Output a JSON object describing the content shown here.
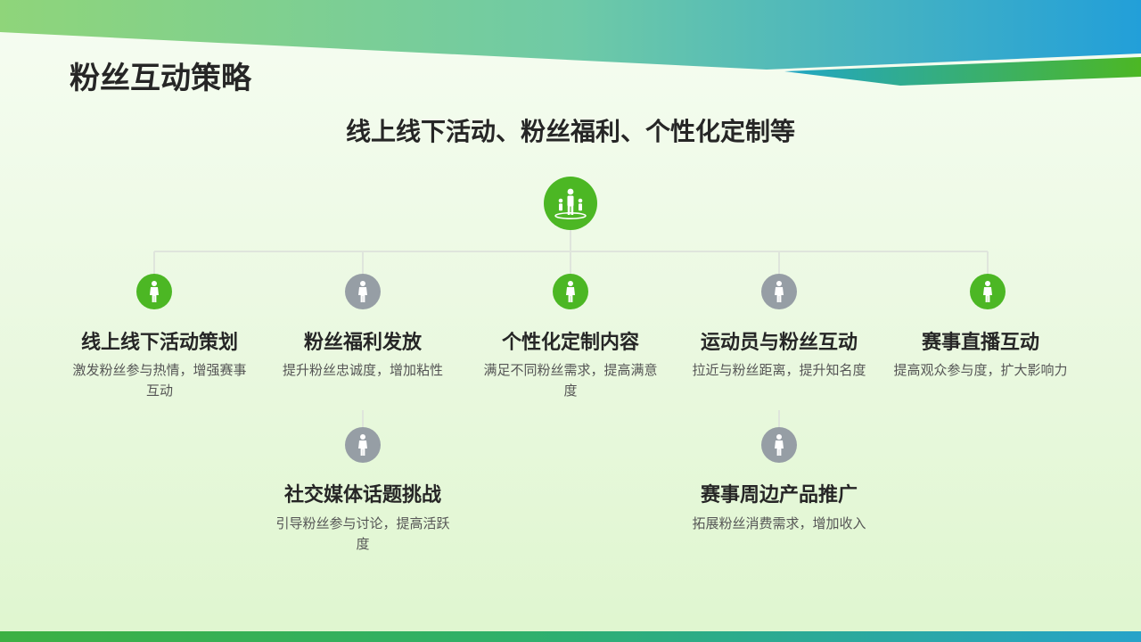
{
  "page": {
    "title": "粉丝互动策略",
    "subtitle": "线上线下活动、粉丝福利、个性化定制等"
  },
  "colors": {
    "accent_green": "#4cb724",
    "node_gray": "#969ea5",
    "banner_start": "#8fd57a",
    "banner_end": "#229fd9"
  },
  "root": {
    "icon": "people-group-icon"
  },
  "nodes": [
    {
      "title": "线上线下活动策划",
      "desc": "激发粉丝参与热情，增强赛事互动",
      "icon": "person-icon",
      "color": "green"
    },
    {
      "title": "粉丝福利发放",
      "desc": "提升粉丝忠诚度，增加粘性",
      "icon": "person-icon",
      "color": "gray"
    },
    {
      "title": "个性化定制内容",
      "desc": "满足不同粉丝需求，提高满意度",
      "icon": "person-icon",
      "color": "green"
    },
    {
      "title": "运动员与粉丝互动",
      "desc": "拉近与粉丝距离，提升知名度",
      "icon": "person-icon",
      "color": "gray"
    },
    {
      "title": "赛事直播互动",
      "desc": "提高观众参与度，扩大影响力",
      "icon": "person-icon",
      "color": "green"
    },
    {
      "title": "社交媒体话题挑战",
      "desc": "引导粉丝参与讨论，提高活跃度",
      "icon": "person-icon",
      "color": "gray"
    },
    {
      "title": "赛事周边产品推广",
      "desc": "拓展粉丝消费需求，增加收入",
      "icon": "person-icon",
      "color": "gray"
    }
  ]
}
